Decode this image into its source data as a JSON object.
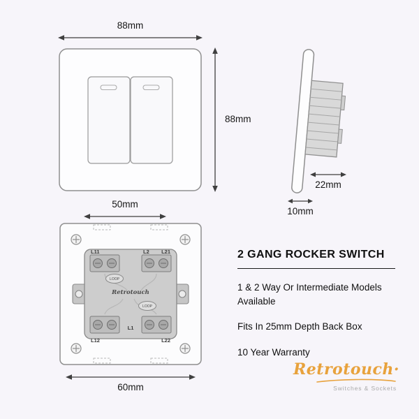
{
  "front_view": {
    "width_label": "88mm",
    "height_label": "88mm"
  },
  "side_view": {
    "depth_label": "22mm",
    "plate_thickness_label": "10mm"
  },
  "back_view": {
    "module_width_label": "50mm",
    "fixing_width_label": "60mm",
    "brand_engraving": "Retrotouch",
    "terminal_labels": {
      "top_left": "L11",
      "top_mid": "L2",
      "top_right": "L21",
      "bottom_left": "L12",
      "bottom_mid": "L1",
      "bottom_right": "L22"
    },
    "loop_label_1": "LOOP",
    "loop_label_2": "LOOP"
  },
  "info_panel": {
    "title": "2 GANG ROCKER SWITCH",
    "features": [
      "1 & 2 Way Or Intermediate Models Available",
      "Fits In 25mm Depth Back Box",
      "10 Year Warranty"
    ],
    "logo_text": "Retrotouch·",
    "logo_tagline": "Switches & Sockets"
  },
  "colors": {
    "brand_orange": "#e8a23c",
    "background": "#f7f5fa",
    "line_gray": "#8f8f8f"
  }
}
